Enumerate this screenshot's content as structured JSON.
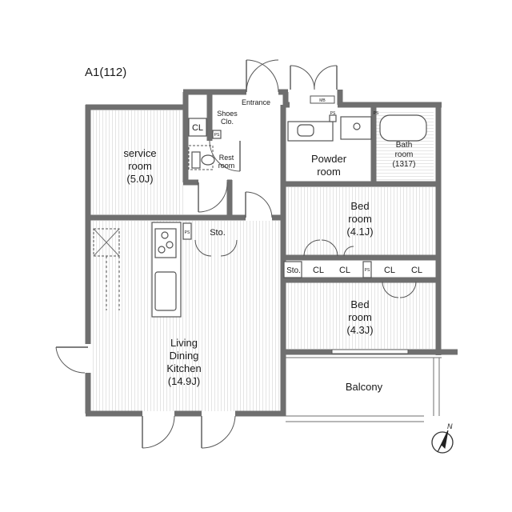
{
  "plan": {
    "title": "A1(112)",
    "rooms": {
      "service": [
        "service",
        "room",
        "(5.0J)"
      ],
      "rest": [
        "Rest",
        "room"
      ],
      "shoes": [
        "Shoes",
        "Clo."
      ],
      "entrance": "Entrance",
      "powder": [
        "Powder",
        "room"
      ],
      "bath": [
        "Bath",
        "room",
        "(1317)"
      ],
      "bed1": [
        "Bed",
        "room",
        "(4.1J)"
      ],
      "bed2": [
        "Bed",
        "room",
        "(4.3J)"
      ],
      "living": [
        "Living",
        "Dining",
        "Kitchen",
        "(14.9J)"
      ],
      "balcony": "Balcony"
    },
    "small_labels": {
      "cl": "CL",
      "sto": "Sto.",
      "ps": "PS",
      "mb": "MB"
    },
    "compass": "N",
    "colors": {
      "wall": "#6f6f6f",
      "stripe": "#e4e4e4",
      "text": "#1a1a1a"
    }
  }
}
